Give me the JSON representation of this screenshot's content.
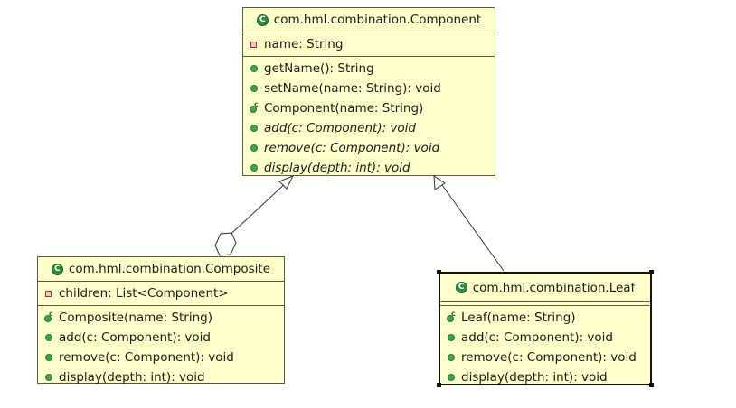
{
  "classes": {
    "component": {
      "name": "com.hml.combination.Component",
      "fields": [
        {
          "text": "name: String",
          "visibility": "private"
        }
      ],
      "methods": [
        {
          "text": "getName(): String",
          "kind": "public"
        },
        {
          "text": "setName(name: String): void",
          "kind": "public"
        },
        {
          "text": "Component(name: String)",
          "kind": "constructor"
        },
        {
          "text": "add(c: Component): void",
          "kind": "public",
          "abstract": true
        },
        {
          "text": "remove(c: Component): void",
          "kind": "public",
          "abstract": true
        },
        {
          "text": "display(depth: int): void",
          "kind": "public",
          "abstract": true
        }
      ]
    },
    "composite": {
      "name": "com.hml.combination.Composite",
      "fields": [
        {
          "text": "children: List<Component>",
          "visibility": "private"
        }
      ],
      "methods": [
        {
          "text": "Composite(name: String)",
          "kind": "constructor"
        },
        {
          "text": "add(c: Component): void",
          "kind": "public"
        },
        {
          "text": "remove(c: Component): void",
          "kind": "public"
        },
        {
          "text": "display(depth: int): void",
          "kind": "public"
        }
      ]
    },
    "leaf": {
      "name": "com.hml.combination.Leaf",
      "fields": [],
      "methods": [
        {
          "text": "Leaf(name: String)",
          "kind": "constructor"
        },
        {
          "text": "add(c: Component): void",
          "kind": "public"
        },
        {
          "text": "remove(c: Component): void",
          "kind": "public"
        },
        {
          "text": "display(depth: int): void",
          "kind": "public"
        }
      ]
    }
  },
  "colors": {
    "class_fill": "#ffffcc",
    "class_border": "#5a5a3c",
    "icon_green": "#2e8b3e",
    "private_red": "#b02a2a"
  },
  "relations": [
    {
      "from": "composite",
      "to": "component",
      "type": "generalization"
    },
    {
      "from": "composite",
      "to": "component",
      "type": "aggregation"
    },
    {
      "from": "leaf",
      "to": "component",
      "type": "generalization"
    }
  ]
}
